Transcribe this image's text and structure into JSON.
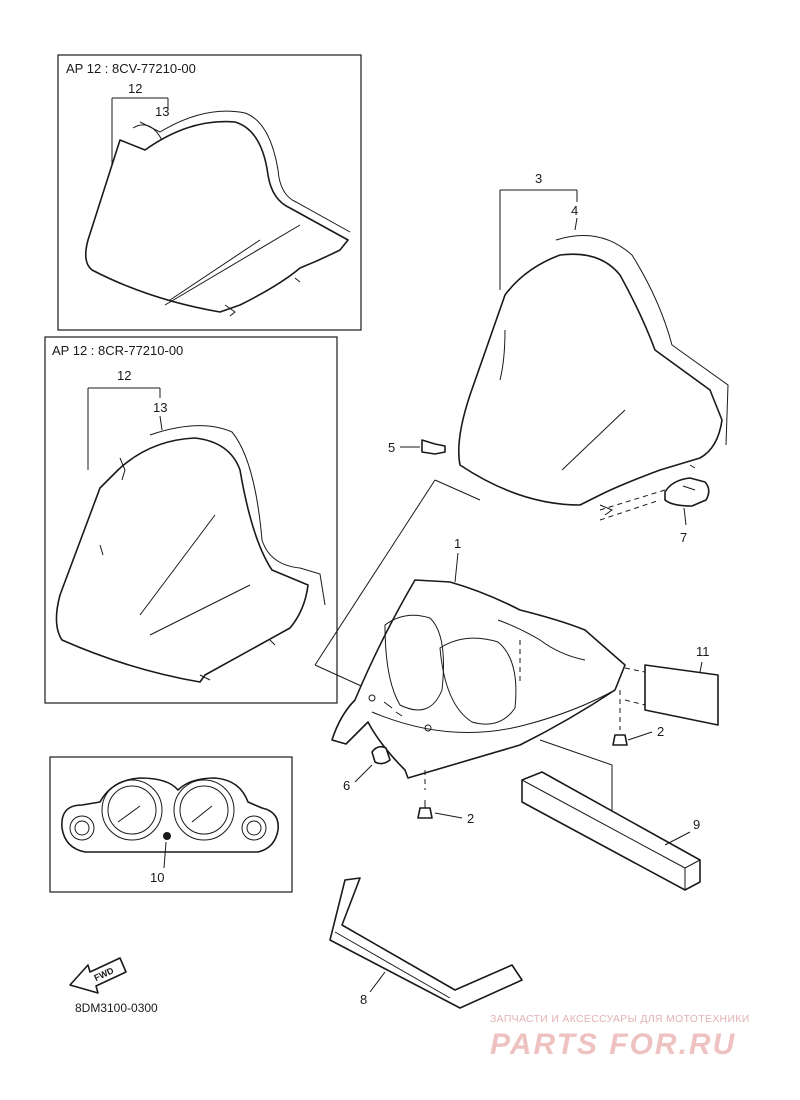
{
  "diagram_code": "8DM3100-0300",
  "fwd_arrow_text": "FWD",
  "inset_boxes": [
    {
      "caption": "AP 12 : 8CV-77210-00",
      "labels": [
        "12",
        "13"
      ]
    },
    {
      "caption": "AP 12 : 8CR-77210-00",
      "labels": [
        "12",
        "13"
      ]
    }
  ],
  "callouts": {
    "p1": "1",
    "p2a": "2",
    "p2b": "2",
    "p3": "3",
    "p4": "4",
    "p5": "5",
    "p6": "6",
    "p7": "7",
    "p8": "8",
    "p9": "9",
    "p10": "10",
    "p11": "11"
  },
  "watermark": {
    "line1": "ЗАПЧАСТИ И АКСЕССУАРЫ ДЛЯ МОТОТЕХНИКИ",
    "line2": "PARTS FOR.RU"
  }
}
